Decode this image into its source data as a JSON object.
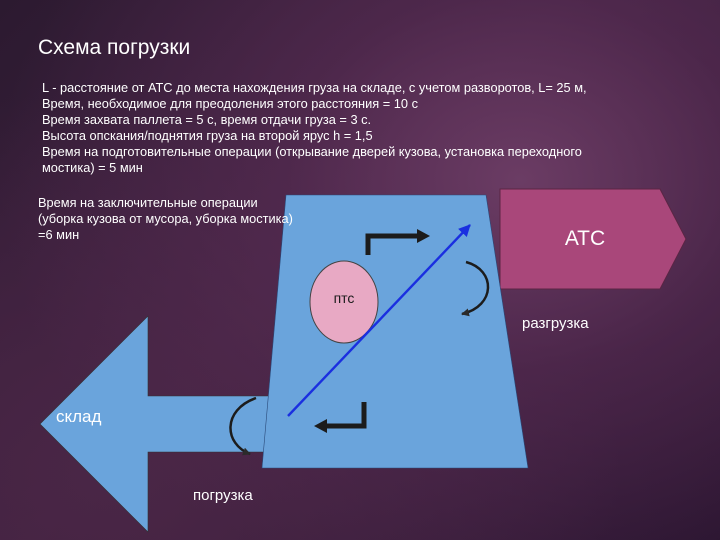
{
  "slide": {
    "title": "Схема погрузки",
    "parameters": [
      "L - расстояние от АТС до места нахождения груза на складе, с учетом разворотов, L= 25 м,",
      "Время, необходимое для преодоления этого расстояния  = 10 с",
      "Время захвата паллета = 5 с, время отдачи груза = 3 с.",
      "Высота опскания/поднятия груза на второй ярус  h = 1,5",
      "Время на подготовительные операции (открывание дверей кузова, установка переходного",
      "мостика) = 5 мин"
    ],
    "final_operations": [
      "Время на заключительные операции",
      "(уборка кузова от мусора, уборка мостика)",
      "=6 мин"
    ]
  },
  "diagram": {
    "ats_label": "АТС",
    "ptc_label": "птс",
    "unloading_label": "разгрузка",
    "warehouse_label": "склад",
    "loading_label": "погрузка"
  },
  "colors": {
    "area_fill": "#6aa4dc",
    "ats_fill": "#a9477a",
    "route_line": "#1a2fe0",
    "ptc_fill": "#e8a9c4",
    "outline": "#2b2b2b"
  }
}
